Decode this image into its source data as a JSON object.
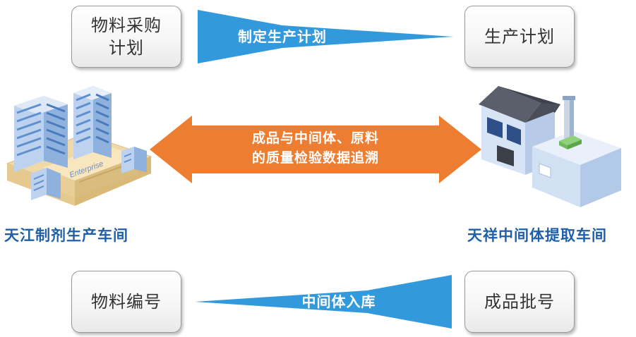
{
  "boxes": {
    "material_purchase_plan": "物料采购\n计划",
    "production_plan": "生产计划",
    "material_code": "物料编号",
    "finished_batch": "成品批号"
  },
  "arrows": {
    "top": "制定生产计划",
    "middle_line1": "成品与中间体、原料",
    "middle_line2": "的质量检验数据追溯",
    "bottom": "中间体入库"
  },
  "captions": {
    "left_building": "天江制剂生产车间",
    "right_building": "天祥中间体提取车间"
  },
  "building_sign": "Enterprise",
  "colors": {
    "blue_arrow": "#3399dd",
    "orange_arrow": "#ed7d31",
    "caption": "#1f5fa8"
  },
  "icons": {
    "left_building": "office-building-icon",
    "right_building": "factory-icon"
  }
}
